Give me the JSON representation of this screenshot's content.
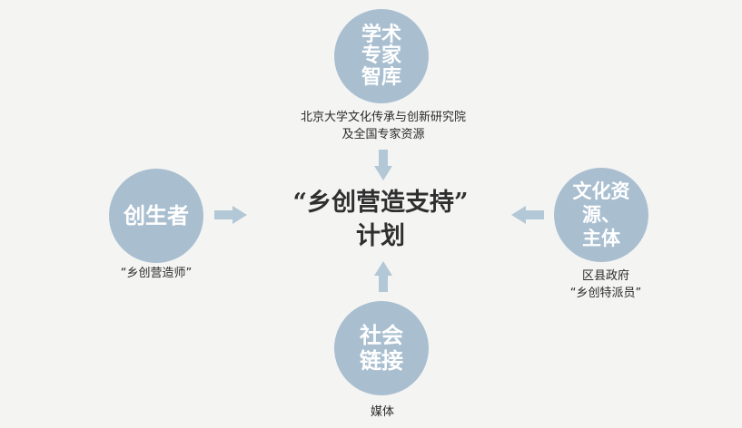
{
  "center": {
    "title_line1": "“乡创营造支持”",
    "title_line2": "计划"
  },
  "nodes": {
    "top": {
      "label": "学术专家智库",
      "caption_line1": "北京大学文化传承与创新研究院",
      "caption_line2": "及全国专家资源"
    },
    "left": {
      "label": "创生者",
      "caption_line1": "“乡创营造师”"
    },
    "right": {
      "label_line1": "文化资源、",
      "label_line2": "主体",
      "caption_line1": "区县政府",
      "caption_line2": "“乡创特派员”"
    },
    "bottom": {
      "label": "社会链接",
      "caption_line1": "媒体"
    }
  },
  "colors": {
    "circle": "#a9bfd0",
    "arrow": "#b3c8d6",
    "text": "#2a2a2a",
    "background": "#f4f4f3"
  }
}
